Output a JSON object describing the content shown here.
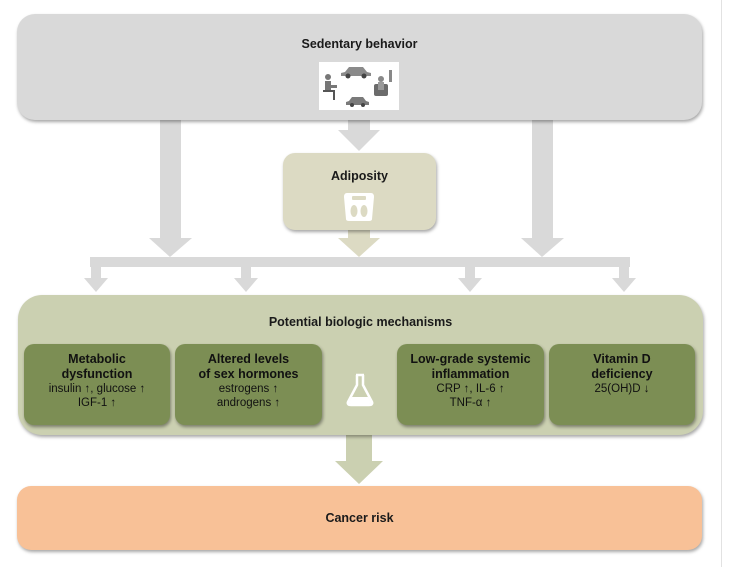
{
  "nodes": {
    "sedentary": {
      "title": "Sedentary behavior"
    },
    "adiposity": {
      "title": "Adiposity"
    },
    "mechanisms": {
      "title": "Potential biologic mechanisms",
      "items": [
        {
          "title": "Metabolic\ndysfunction",
          "lines": [
            "insulin ↑, glucose ↑",
            "IGF-1 ↑"
          ]
        },
        {
          "title": "Altered levels\nof sex hormones",
          "lines": [
            "estrogens ↑",
            "androgens ↑"
          ]
        },
        {
          "title": "Low-grade systemic\ninflammation",
          "lines": [
            "CRP ↑, IL-6 ↑",
            "TNF-α ↑"
          ]
        },
        {
          "title": "Vitamin D\ndeficiency",
          "lines": [
            "25(OH)D ↓"
          ]
        }
      ]
    },
    "cancer": {
      "title": "Cancer risk"
    }
  },
  "icons": {
    "sedentary": "sedentary-activities-icon",
    "adiposity": "weighing-scale-icon",
    "mechanisms": "flask-icon"
  },
  "colors": {
    "sedentary_box": "#d9d9d9",
    "adiposity_box": "#dcdac3",
    "mechanisms_box": "#cbd0b1",
    "mechanism_item": "#7c8e54",
    "cancer_box": "#f8c197",
    "arrow": "#d9d9d9",
    "adiposity_arrow": "#dcdac3"
  }
}
